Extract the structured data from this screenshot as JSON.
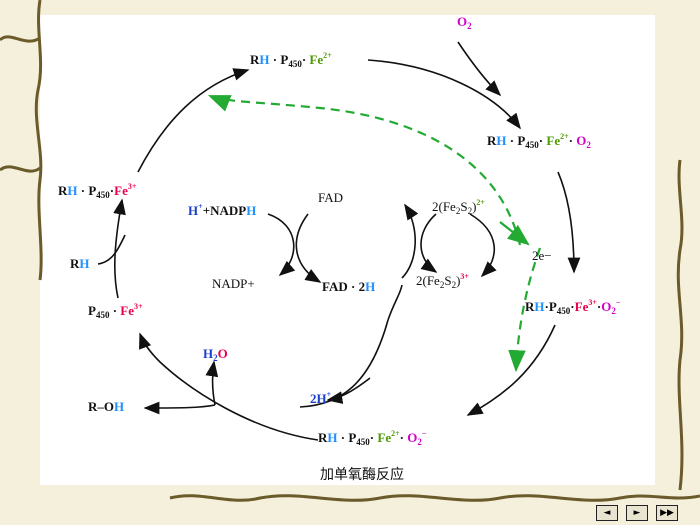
{
  "caption": "加单氧酶反应",
  "nav": {
    "prev": "◄",
    "next": "►",
    "end": "▶▶"
  },
  "labels": {
    "top": {
      "rh": "RH",
      "p450": "P450",
      "fe": "Fe2+"
    },
    "o2_in": "O2",
    "right1": {
      "rh": "RH",
      "p450": "P450",
      "fe": "Fe2+",
      "o2": "O2"
    },
    "right2": {
      "rh": "RH",
      "p450": "P450",
      "fe": "Fe3+",
      "o2": "O2−"
    },
    "bottom": {
      "rh": "RH",
      "p450": "P450",
      "fe": "Fe2+",
      "o2": "O2−"
    },
    "left1": {
      "rh": "RH",
      "p450": "P450",
      "fe": "Fe3+"
    },
    "rh_in": "RH",
    "left2": {
      "p450": "P450",
      "fe": "Fe3+"
    },
    "roh": "R–OH",
    "h2o": "H2O",
    "two_h": "2H+",
    "two_e": "2e−",
    "nadph": "H++NADPH",
    "nadp": "NADP+",
    "fad": "FAD",
    "fad2h": "FAD · 2H",
    "fes_red": "2(Fe2S2)2+",
    "fes_ox": "2(Fe2S2)3+"
  }
}
